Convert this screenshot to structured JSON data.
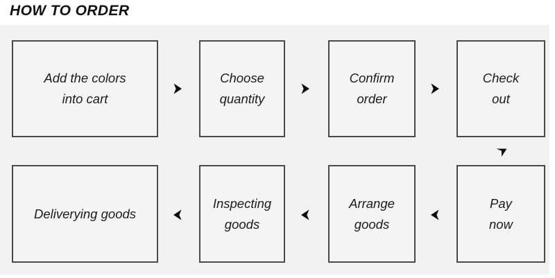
{
  "page": {
    "title": "HOW TO ORDER",
    "background_color": "#ffffff",
    "panel_color": "#f2f2f2",
    "box_fill_color": "#f4f4f4",
    "box_border_color": "#4a4a4a",
    "arrow_color": "#0d0d0d",
    "text_color": "#1b1b1b"
  },
  "flow": {
    "row1": [
      {
        "id": "add-colors",
        "lines": [
          "Add the colors",
          "into cart"
        ]
      },
      {
        "id": "choose-quantity",
        "lines": [
          "Choose",
          "quantity"
        ]
      },
      {
        "id": "confirm-order",
        "lines": [
          "Confirm",
          "order"
        ]
      },
      {
        "id": "check-out",
        "lines": [
          "Check",
          "out"
        ]
      }
    ],
    "row2": [
      {
        "id": "delivering-goods",
        "lines": [
          "Deliverying goods"
        ]
      },
      {
        "id": "inspecting-goods",
        "lines": [
          "Inspecting",
          "goods"
        ]
      },
      {
        "id": "arrange-goods",
        "lines": [
          "Arrange",
          "goods"
        ]
      },
      {
        "id": "pay-now",
        "lines": [
          "Pay",
          "now"
        ]
      }
    ],
    "connectors": [
      {
        "id": "arrow-1",
        "direction": "right",
        "icon": "arrow-right-icon"
      },
      {
        "id": "arrow-2",
        "direction": "right",
        "icon": "arrow-right-icon"
      },
      {
        "id": "arrow-3",
        "direction": "right",
        "icon": "arrow-right-icon"
      },
      {
        "id": "arrow-down-1",
        "direction": "down",
        "icon": "arrow-down-icon"
      },
      {
        "id": "arrow-4",
        "direction": "left",
        "icon": "arrow-left-icon"
      },
      {
        "id": "arrow-5",
        "direction": "left",
        "icon": "arrow-left-icon"
      },
      {
        "id": "arrow-6",
        "direction": "left",
        "icon": "arrow-left-icon"
      }
    ]
  }
}
